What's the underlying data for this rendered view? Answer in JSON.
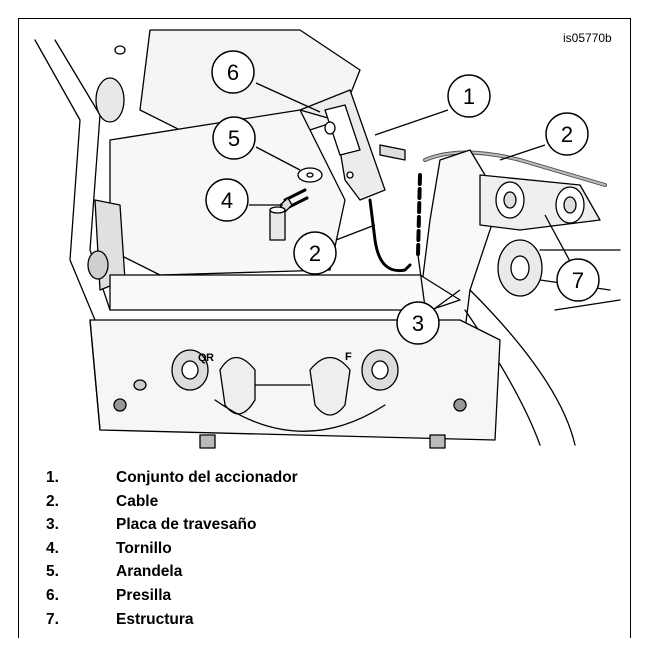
{
  "figure_id": "is05770b",
  "callouts": [
    "1",
    "2",
    "3",
    "4",
    "5",
    "6",
    "7"
  ],
  "legend": [
    {
      "num": "1.",
      "label": "Conjunto del accionador"
    },
    {
      "num": "2.",
      "label": "Cable"
    },
    {
      "num": "3.",
      "label": "Placa de travesaño"
    },
    {
      "num": "4.",
      "label": "Tornillo"
    },
    {
      "num": "5.",
      "label": "Arandela"
    },
    {
      "num": "6.",
      "label": "Presilla"
    },
    {
      "num": "7.",
      "label": "Estructura"
    }
  ],
  "engraved_marks": [
    "R",
    "F"
  ]
}
